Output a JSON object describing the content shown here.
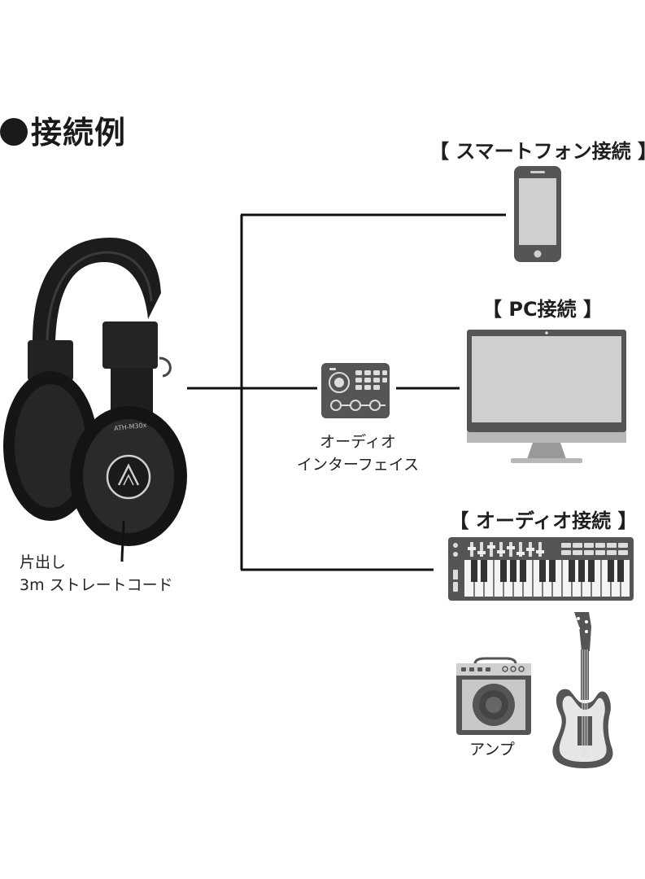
{
  "title": "接続例",
  "connections": {
    "smartphone": "【 スマートフォン接続 】",
    "pc": "【 PC接続 】",
    "audio": "【 オーディオ接続 】"
  },
  "devices": {
    "interface_line1": "オーディオ",
    "interface_line2": "インターフェイス",
    "amp": "アンプ",
    "headphone_model": "ATH-M30x"
  },
  "cable": {
    "line1": "片出し",
    "line2": "3m ストレートコード"
  },
  "colors": {
    "line": "#111111",
    "device_gray": "#555555",
    "screen_gray": "#cfcfcf"
  }
}
